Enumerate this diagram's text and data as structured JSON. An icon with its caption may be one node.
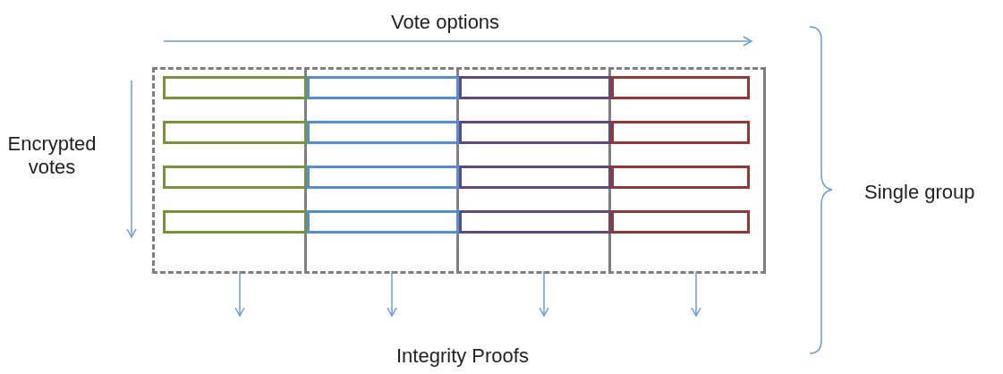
{
  "diagram": {
    "nodes": [
      {
        "text": [],
        "shape": "box"
      },
      {
        "text": [],
        "shape": "box",
        "in": 0
      },
      {
        "text": [],
        "shape": "bar",
        "in": 1
      },
      {
        "text": [],
        "shape": "bar",
        "in": 1
      },
      {
        "text": [],
        "shape": "bar",
        "in": 1
      },
      {
        "text": [],
        "shape": "bar",
        "in": 1
      },
      {
        "text": [],
        "shape": "box",
        "in": 0
      },
      {
        "text": [],
        "shape": "bar",
        "in": 6
      },
      {
        "text": [],
        "shape": "bar",
        "in": 6
      },
      {
        "text": [],
        "shape": "bar",
        "in": 6
      },
      {
        "text": [],
        "shape": "bar",
        "in": 6
      },
      {
        "text": [],
        "shape": "box",
        "in": 0
      },
      {
        "text": [],
        "shape": "bar",
        "in": 11
      },
      {
        "text": [],
        "shape": "bar",
        "in": 11
      },
      {
        "text": [],
        "shape": "bar",
        "in": 11
      },
      {
        "text": [],
        "shape": "bar",
        "in": 11
      },
      {
        "text": [],
        "shape": "box",
        "in": 0
      },
      {
        "text": [],
        "shape": "bar",
        "in": 16
      },
      {
        "text": [],
        "shape": "bar",
        "in": 16
      },
      {
        "text": [],
        "shape": "bar",
        "in": 16
      },
      {
        "text": [],
        "shape": "bar",
        "in": 16
      }
    ],
    "edges": [
      {
        "from": 1,
        "to": null,
        "arrow": "to"
      },
      {
        "from": 6,
        "to": null,
        "arrow": "to"
      },
      {
        "from": 11,
        "to": null,
        "arrow": "to"
      },
      {
        "from": 16,
        "to": null,
        "arrow": "to"
      }
    ],
    "labels": [
      "Vote options",
      "Encrypted votes",
      "Single group",
      "Integrity Proofs"
    ]
  }
}
